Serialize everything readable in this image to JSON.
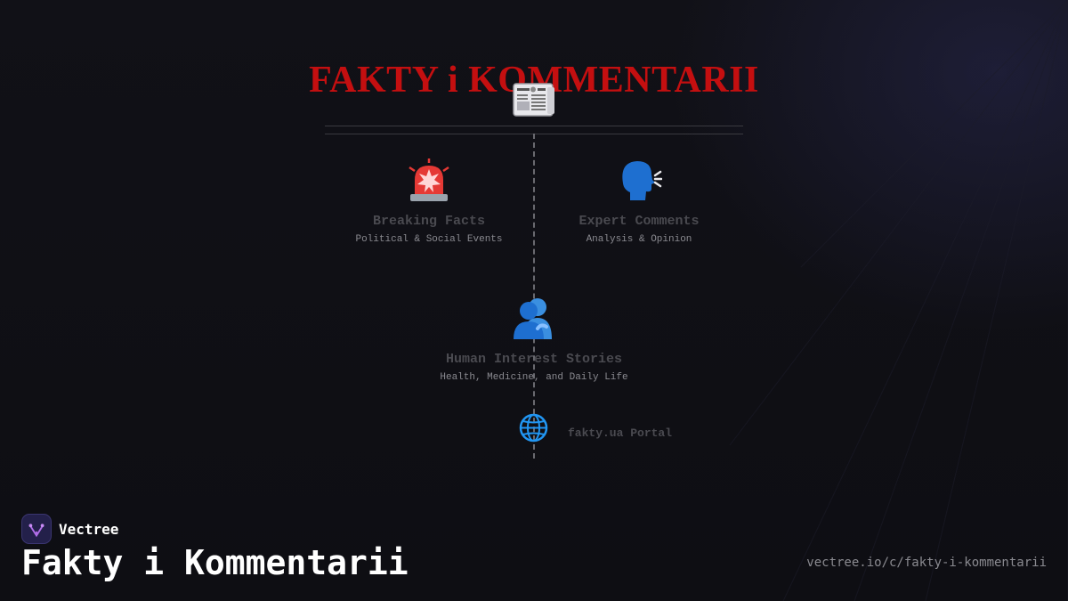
{
  "header": {
    "title": "FAKTY i KOMMENTARII"
  },
  "nodes": [
    {
      "icon": "police-light-icon",
      "label": "Breaking Facts",
      "sub": "Political & Social Events"
    },
    {
      "icon": "speaking-head-icon",
      "label": "Expert Comments",
      "sub": "Analysis & Opinion"
    },
    {
      "icon": "people-hugging-icon",
      "label": "Human Interest Stories",
      "sub": "Health, Medicine, and Daily Life"
    }
  ],
  "portal": {
    "icon": "globe-icon",
    "label": "fakty.ua Portal"
  },
  "footer": {
    "brand": "Vectree",
    "title": "Fakty i Kommentarii",
    "url": "vectree.io/c/fakty-i-kommentarii"
  },
  "colors": {
    "title": "#c40f10",
    "background": "#101015",
    "accent": "#1e88e5"
  }
}
